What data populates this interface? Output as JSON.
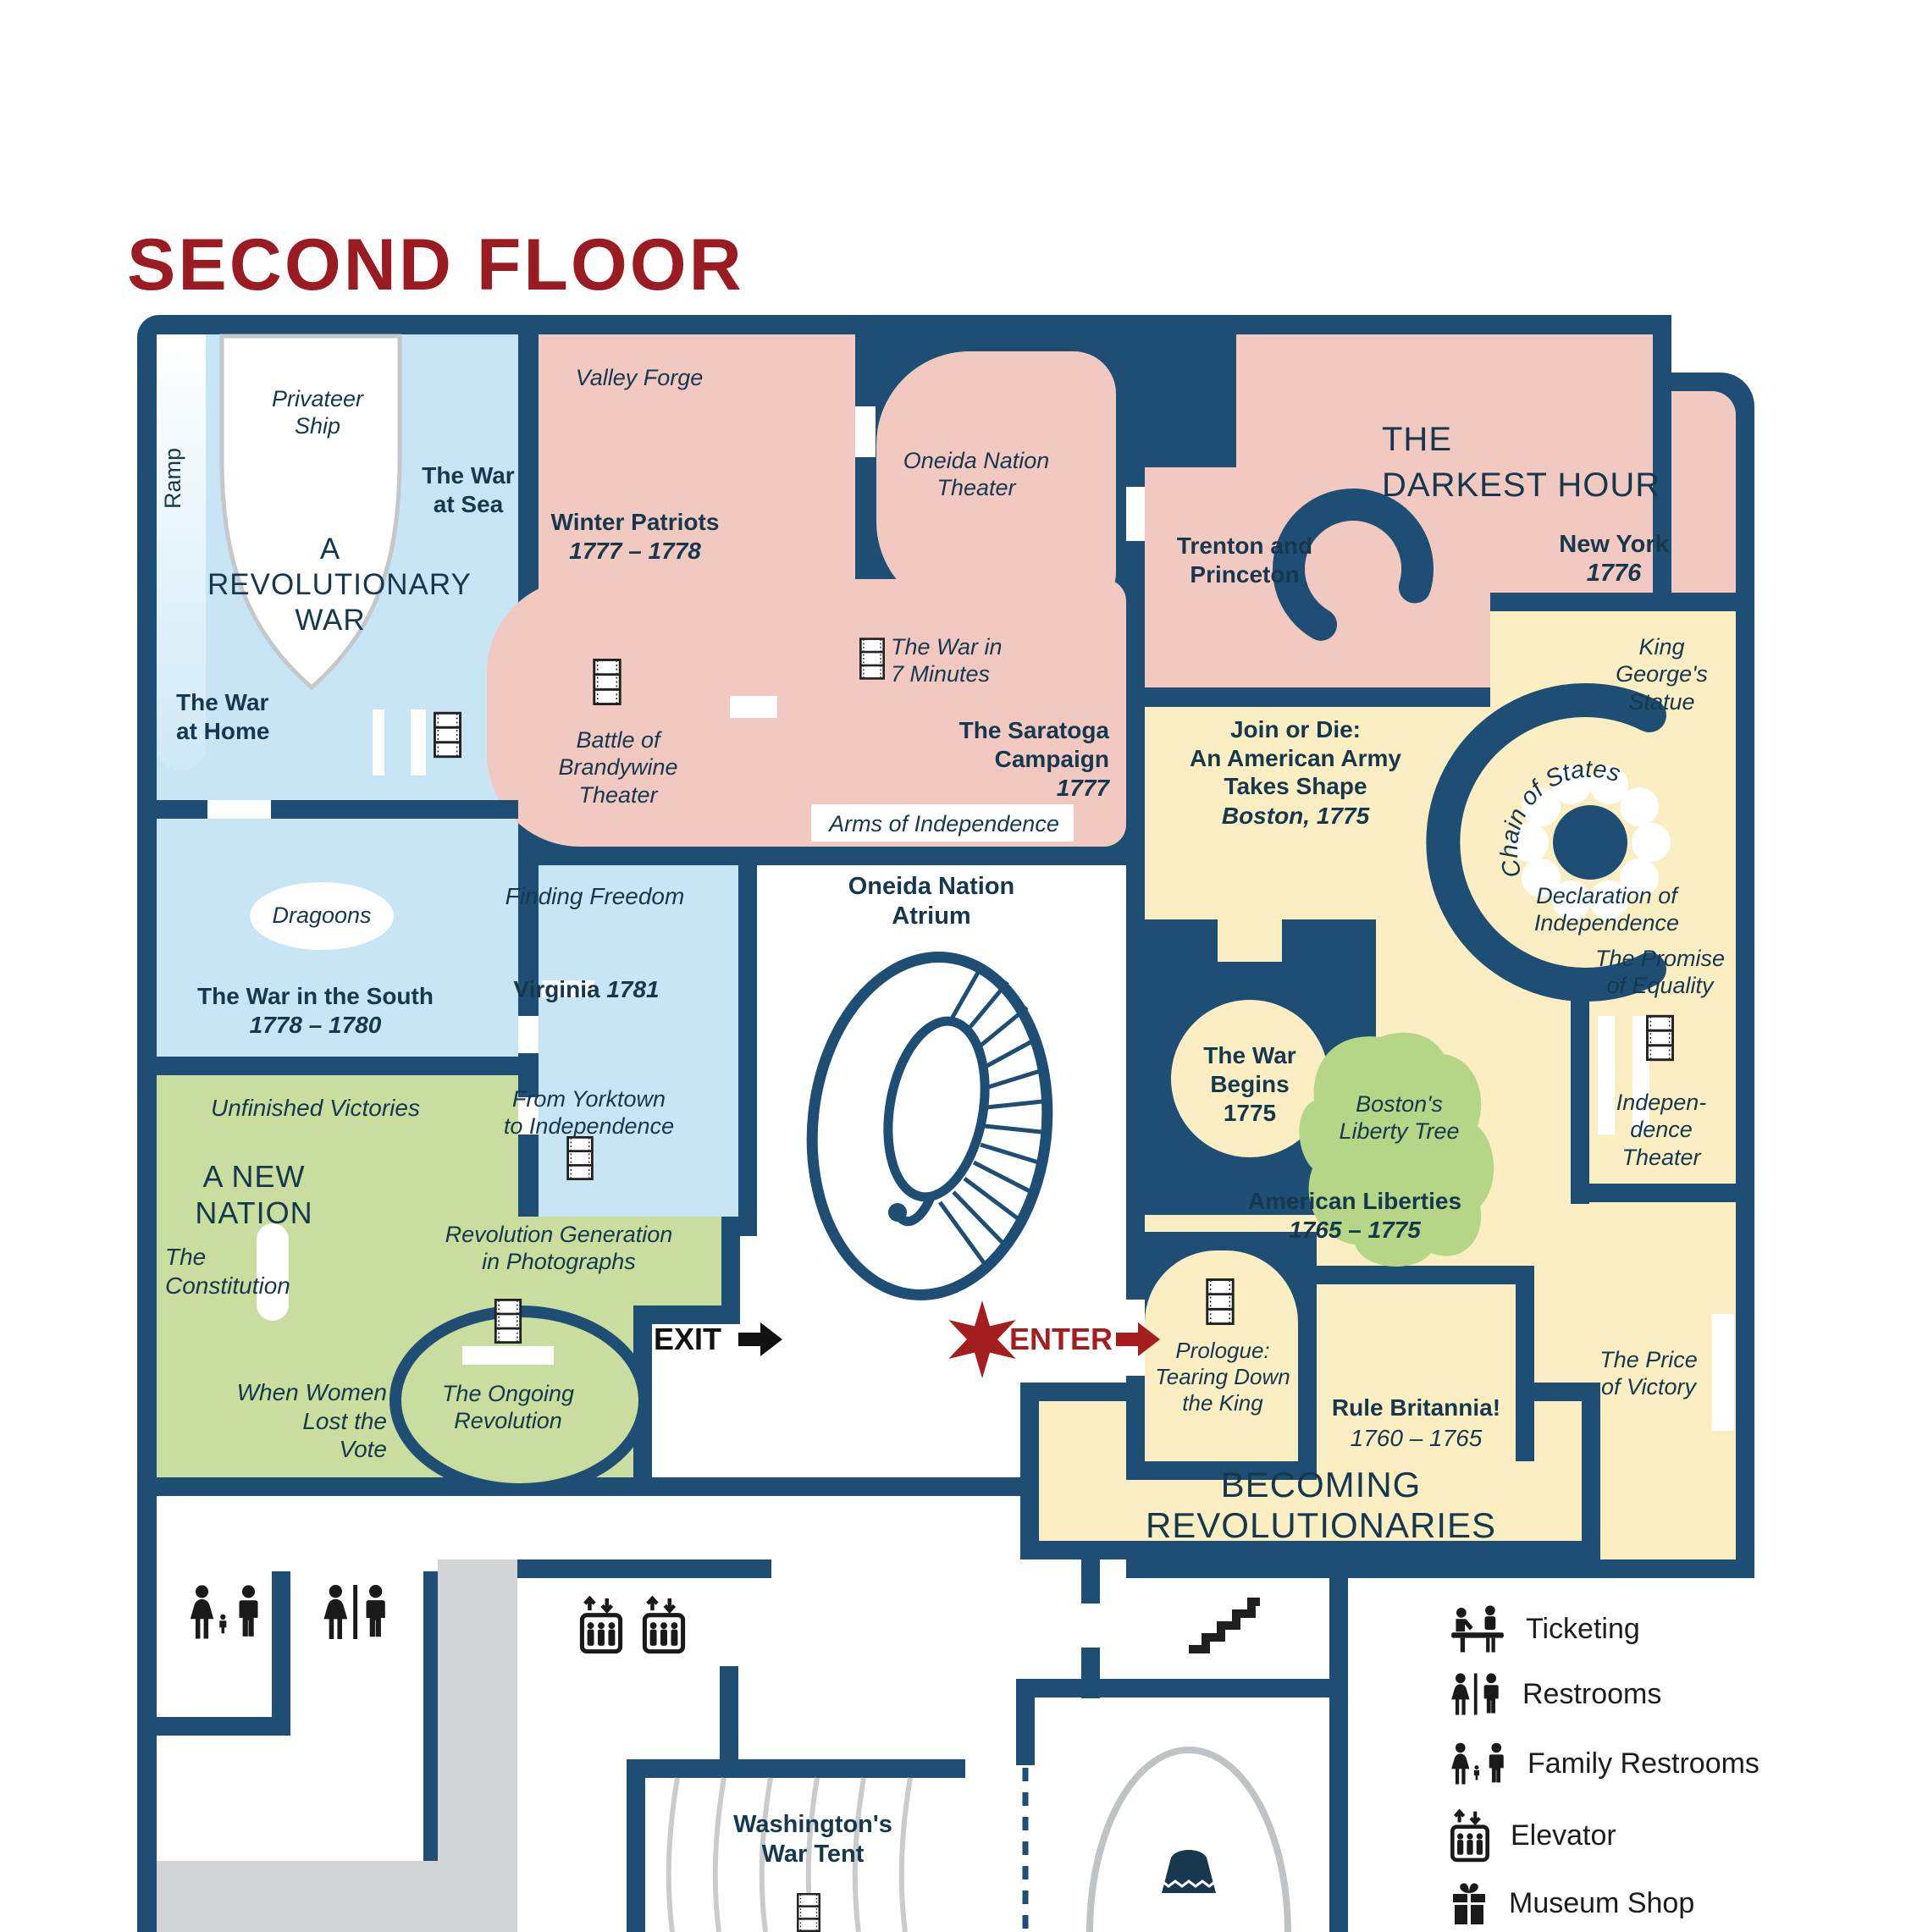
{
  "title": "SECOND FLOOR",
  "zones": {
    "revolutionary_war": "A\nREVOLUTIONARY\nWAR",
    "new_nation": "A NEW\nNATION",
    "darkest_hour": "THE\nDARKEST HOUR",
    "becoming_revolutionaries": "BECOMING\nREVOLUTIONARIES"
  },
  "rooms": {
    "privateer_ship": "Privateer\nShip",
    "ramp": "Ramp",
    "war_at_sea": "The War\nat Sea",
    "war_at_home": "The War\nat Home",
    "dragoons": "Dragoons",
    "war_in_south": "The War in the South",
    "war_in_south_years": "1778 – 1780",
    "unfinished_victories": "Unfinished Victories",
    "constitution": "The\nConstitution",
    "when_women": "When Women\nLost the\nVote",
    "valley_forge": "Valley Forge",
    "winter_patriots": "Winter Patriots",
    "winter_patriots_years": "1777 – 1778",
    "brandywine": "Battle of\nBrandywine\nTheater",
    "finding_freedom": "Finding Freedom",
    "virginia": "Virginia",
    "virginia_year": "1781",
    "from_yorktown": "From Yorktown\nto Independence",
    "revolution_generation": "Revolution Generation\nin Photographs",
    "ongoing_revolution": "The Ongoing\nRevolution",
    "oneida_theater": "Oneida Nation\nTheater",
    "war_in_7_minutes": "The War in\n7 Minutes",
    "saratoga": "The Saratoga\nCampaign",
    "saratoga_year": "1777",
    "arms_of_independence": "Arms of Independence",
    "oneida_atrium": "Oneida Nation\nAtrium",
    "trenton_princeton": "Trenton and\nPrinceton",
    "new_york": "New York",
    "new_york_year": "1776",
    "join_or_die": "Join or Die:\nAn American Army\nTakes Shape",
    "join_or_die_sub": "Boston, 1775",
    "king_george": "King\nGeorge's\nStatue",
    "chain_of_states": "Chain of States",
    "declaration": "Declaration of\nIndependence",
    "promise_of_equality": "The Promise\nof Equality",
    "independence_theater": "Indepen-\ndence\nTheater",
    "war_begins": "The War\nBegins",
    "war_begins_year": "1775",
    "bostons_liberty_tree": "Boston's\nLiberty Tree",
    "american_liberties": "American Liberties",
    "american_liberties_years": "1765 – 1775",
    "prologue": "Prologue:\nTearing Down\nthe King",
    "rule_britannia": "Rule Britannia!",
    "rule_britannia_years": "1760 – 1765",
    "price_of_victory": "The Price\nof Victory",
    "washingtons_war_tent": "Washington's\nWar Tent"
  },
  "markers": {
    "exit": "EXIT",
    "enter": "ENTER"
  },
  "legend": {
    "items": [
      {
        "icon": "ticketing-icon",
        "label": "Ticketing"
      },
      {
        "icon": "restrooms-icon",
        "label": "Restrooms"
      },
      {
        "icon": "family-restrooms-icon",
        "label": "Family Restrooms"
      },
      {
        "icon": "elevator-icon",
        "label": "Elevator"
      },
      {
        "icon": "museum-shop-icon",
        "label": "Museum Shop"
      }
    ]
  },
  "colors": {
    "wall": "#1e4e74",
    "exhibit_blue": "#c7e5f5",
    "exhibit_pink": "#f2c9c1",
    "exhibit_yellow": "#fbeec3",
    "exhibit_green": "#c8dd9e",
    "tree_green": "#b5d687",
    "corridor_gray": "#d2d4d6",
    "title_red": "#9b1b22",
    "enter_red": "#a51d1d",
    "label_navy": "#16384e"
  }
}
